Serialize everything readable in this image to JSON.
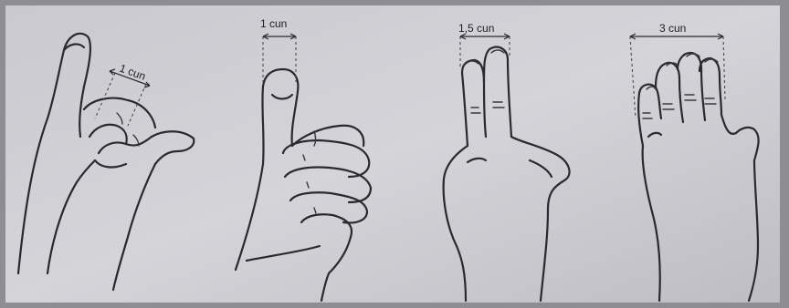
{
  "measurements": [
    {
      "label": "1 cun"
    },
    {
      "label": "1 cun"
    },
    {
      "label": "1,5 cun"
    },
    {
      "label": "3 cun"
    }
  ]
}
